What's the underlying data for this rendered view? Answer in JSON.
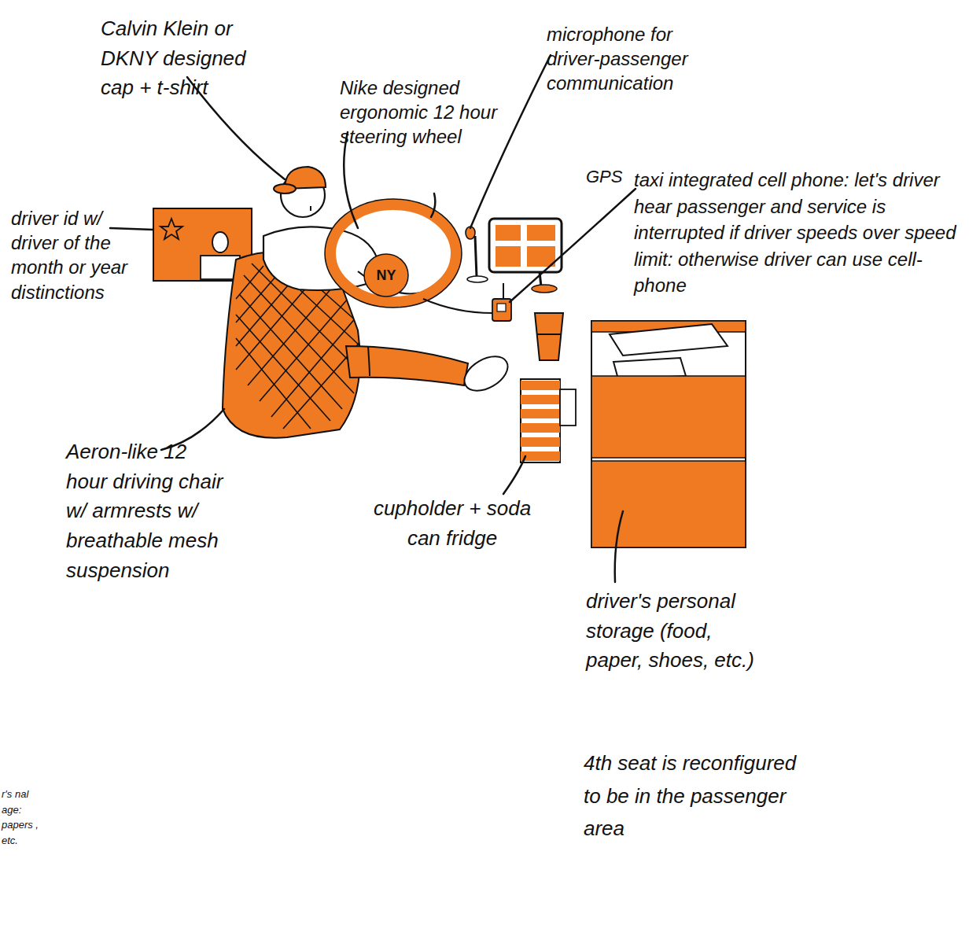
{
  "diagram": {
    "nodes": [
      {
        "text": [
          "NY"
        ]
      }
    ],
    "labels": [
      "Calvin Klein or DKNY designed cap + t-shirt",
      "microphone for driver-passenger communication",
      "Nike designed ergonomic 12 hour steering wheel",
      "GPS",
      "taxi integrated cell phone: let's driver hear passenger and service is interrupted if driver speeds over speed limit: otherwise driver can use cell-phone",
      "driver id w/ driver of the month or year distinctions",
      "Aeron-like 12 hour driving chair w/ armrests w/ breathable mesh suspension",
      "cupholder + soda can fridge",
      "driver's personal storage (food, paper, shoes, etc.)",
      "4th seat is reconfigured to be in the passenger area",
      "r's nal age: papers , etc."
    ]
  }
}
